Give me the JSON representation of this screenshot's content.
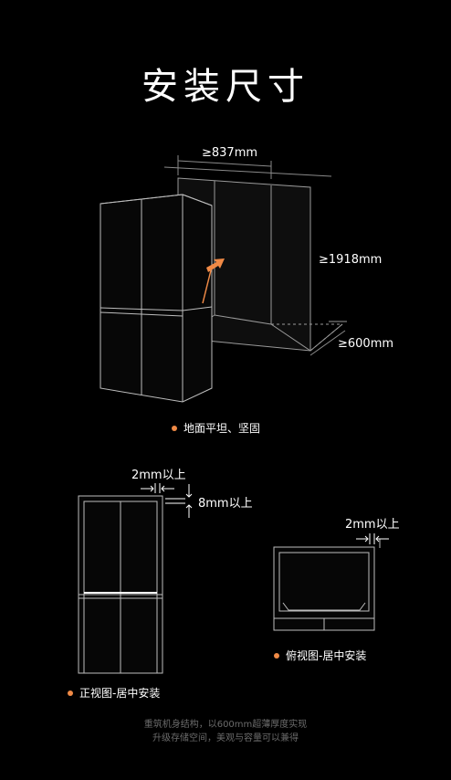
{
  "title": "安装尺寸",
  "dimensions": {
    "width": "≥837mm",
    "height": "≥1918mm",
    "depth": "≥600mm"
  },
  "captions": {
    "floor": "地面平坦、坚固",
    "front_view": "正视图-居中安装",
    "top_view": "俯视图-居中安装"
  },
  "gaps": {
    "front_side": "2mm以上",
    "front_top": "8mm以上",
    "top_side": "2mm以上"
  },
  "footer": {
    "line1": "重筑机身结构，以600mm超薄厚度实现",
    "line2": "升级存储空间，美观与容量可以兼得"
  },
  "colors": {
    "background": "#000000",
    "accent": "#f08a46",
    "line": "#9a9a9a"
  }
}
